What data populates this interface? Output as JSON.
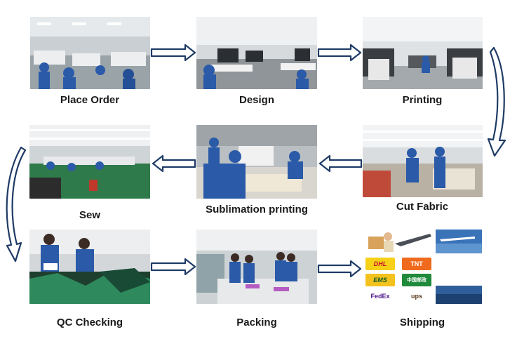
{
  "steps": [
    {
      "id": "place-order",
      "label": "Place Order"
    },
    {
      "id": "design",
      "label": "Design"
    },
    {
      "id": "printing",
      "label": "Printing"
    },
    {
      "id": "cut-fabric",
      "label": "Cut Fabric"
    },
    {
      "id": "sublimation",
      "label": "Sublimation printing"
    },
    {
      "id": "sew",
      "label": "Sew"
    },
    {
      "id": "qc",
      "label": "QC Checking"
    },
    {
      "id": "packing",
      "label": "Packing"
    },
    {
      "id": "shipping",
      "label": "Shipping"
    }
  ],
  "carriers": [
    "DHL",
    "TNT",
    "EMS",
    "中国邮政",
    "FedEx",
    "ups"
  ],
  "colors": {
    "arrow_fill": "#ffffff",
    "arrow_stroke": "#1f3b66",
    "caption": "#1a1a1a"
  }
}
